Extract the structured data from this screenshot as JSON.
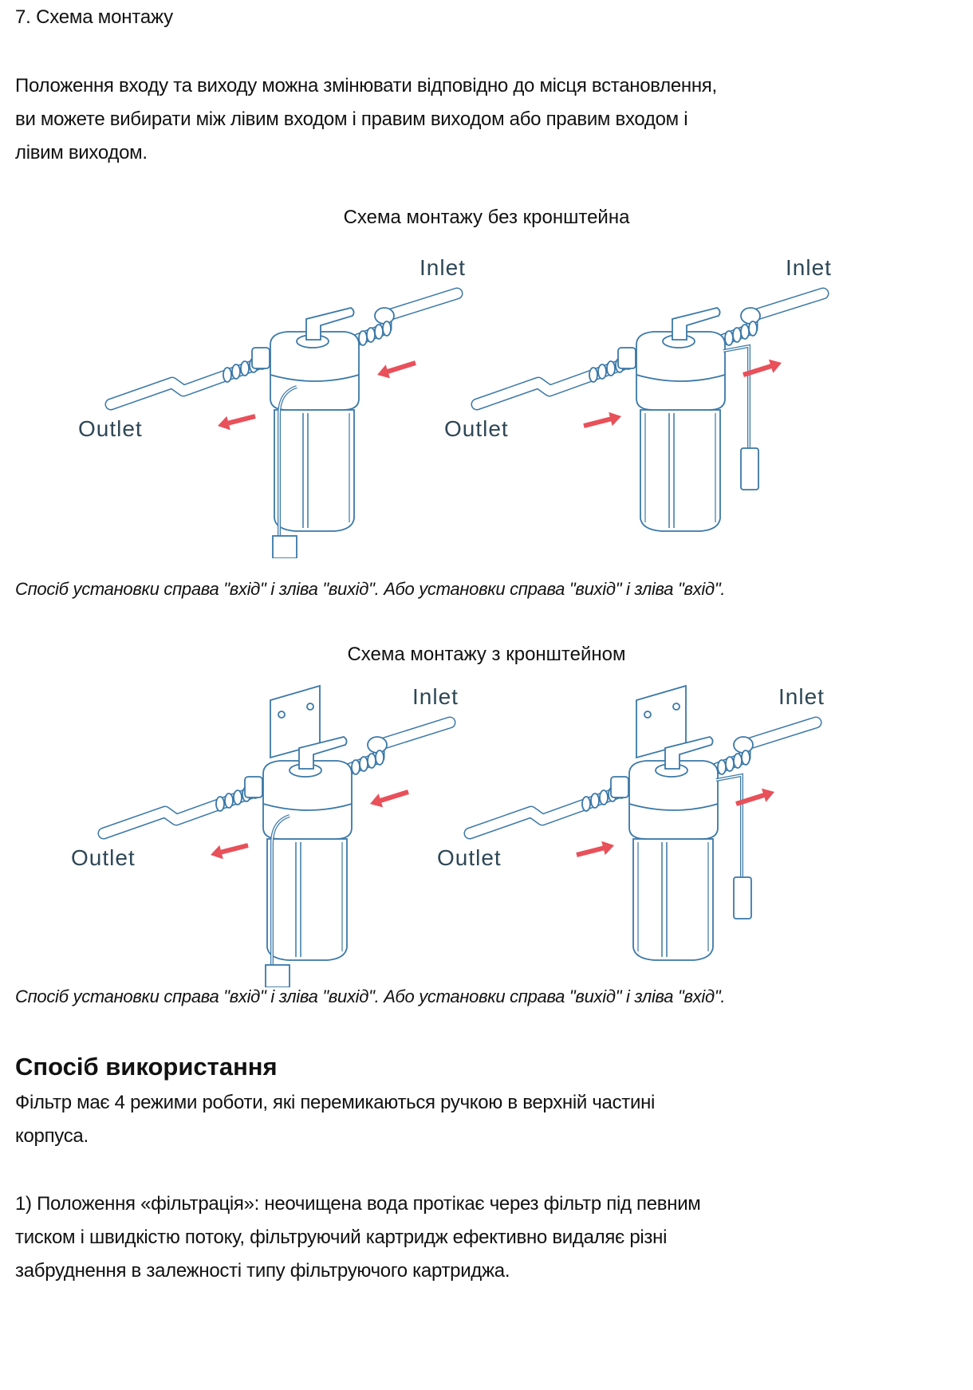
{
  "section_title": "7. Схема монтажу",
  "intro_lines": [
    "Положення входу та виходу можна змінювати відповідно до місця встановлення,",
    "ви можете вибирати між лівим входом і правим виходом або правим входом і",
    "лівим виходом."
  ],
  "scheme_without_bracket": {
    "title": "Схема монтажу без кронштейна",
    "caption": "Спосіб установки справа \"вхід\" і зліва \"вихід\". Або установки справа \"вихід\" і зліва \"вхід\"."
  },
  "scheme_with_bracket": {
    "title": "Схема монтажу з кронштейном",
    "caption": "Спосіб установки справа \"вхід\" і зліва \"вихід\". Або установки справа \"вихід\" і зліва \"вхід\"."
  },
  "labels": {
    "inlet": "Inlet",
    "outlet": "Outlet"
  },
  "usage": {
    "heading": "Спосіб використання",
    "intro_lines": [
      "Фільтр має 4 режими роботи, які перемикаються ручкою в верхній частині",
      "корпуса."
    ],
    "item1_lines": [
      "1) Положення «фільтрація»: неочищена вода протікає через фільтр під певним",
      "тиском і швидкістю потоку, фільтруючий картридж ефективно видаляє різні",
      "забруднення в залежності типу фільтруючого картриджа."
    ]
  },
  "colors": {
    "line": "#3a78a8",
    "arrow": "#e8505a",
    "label": "#2e4756"
  }
}
